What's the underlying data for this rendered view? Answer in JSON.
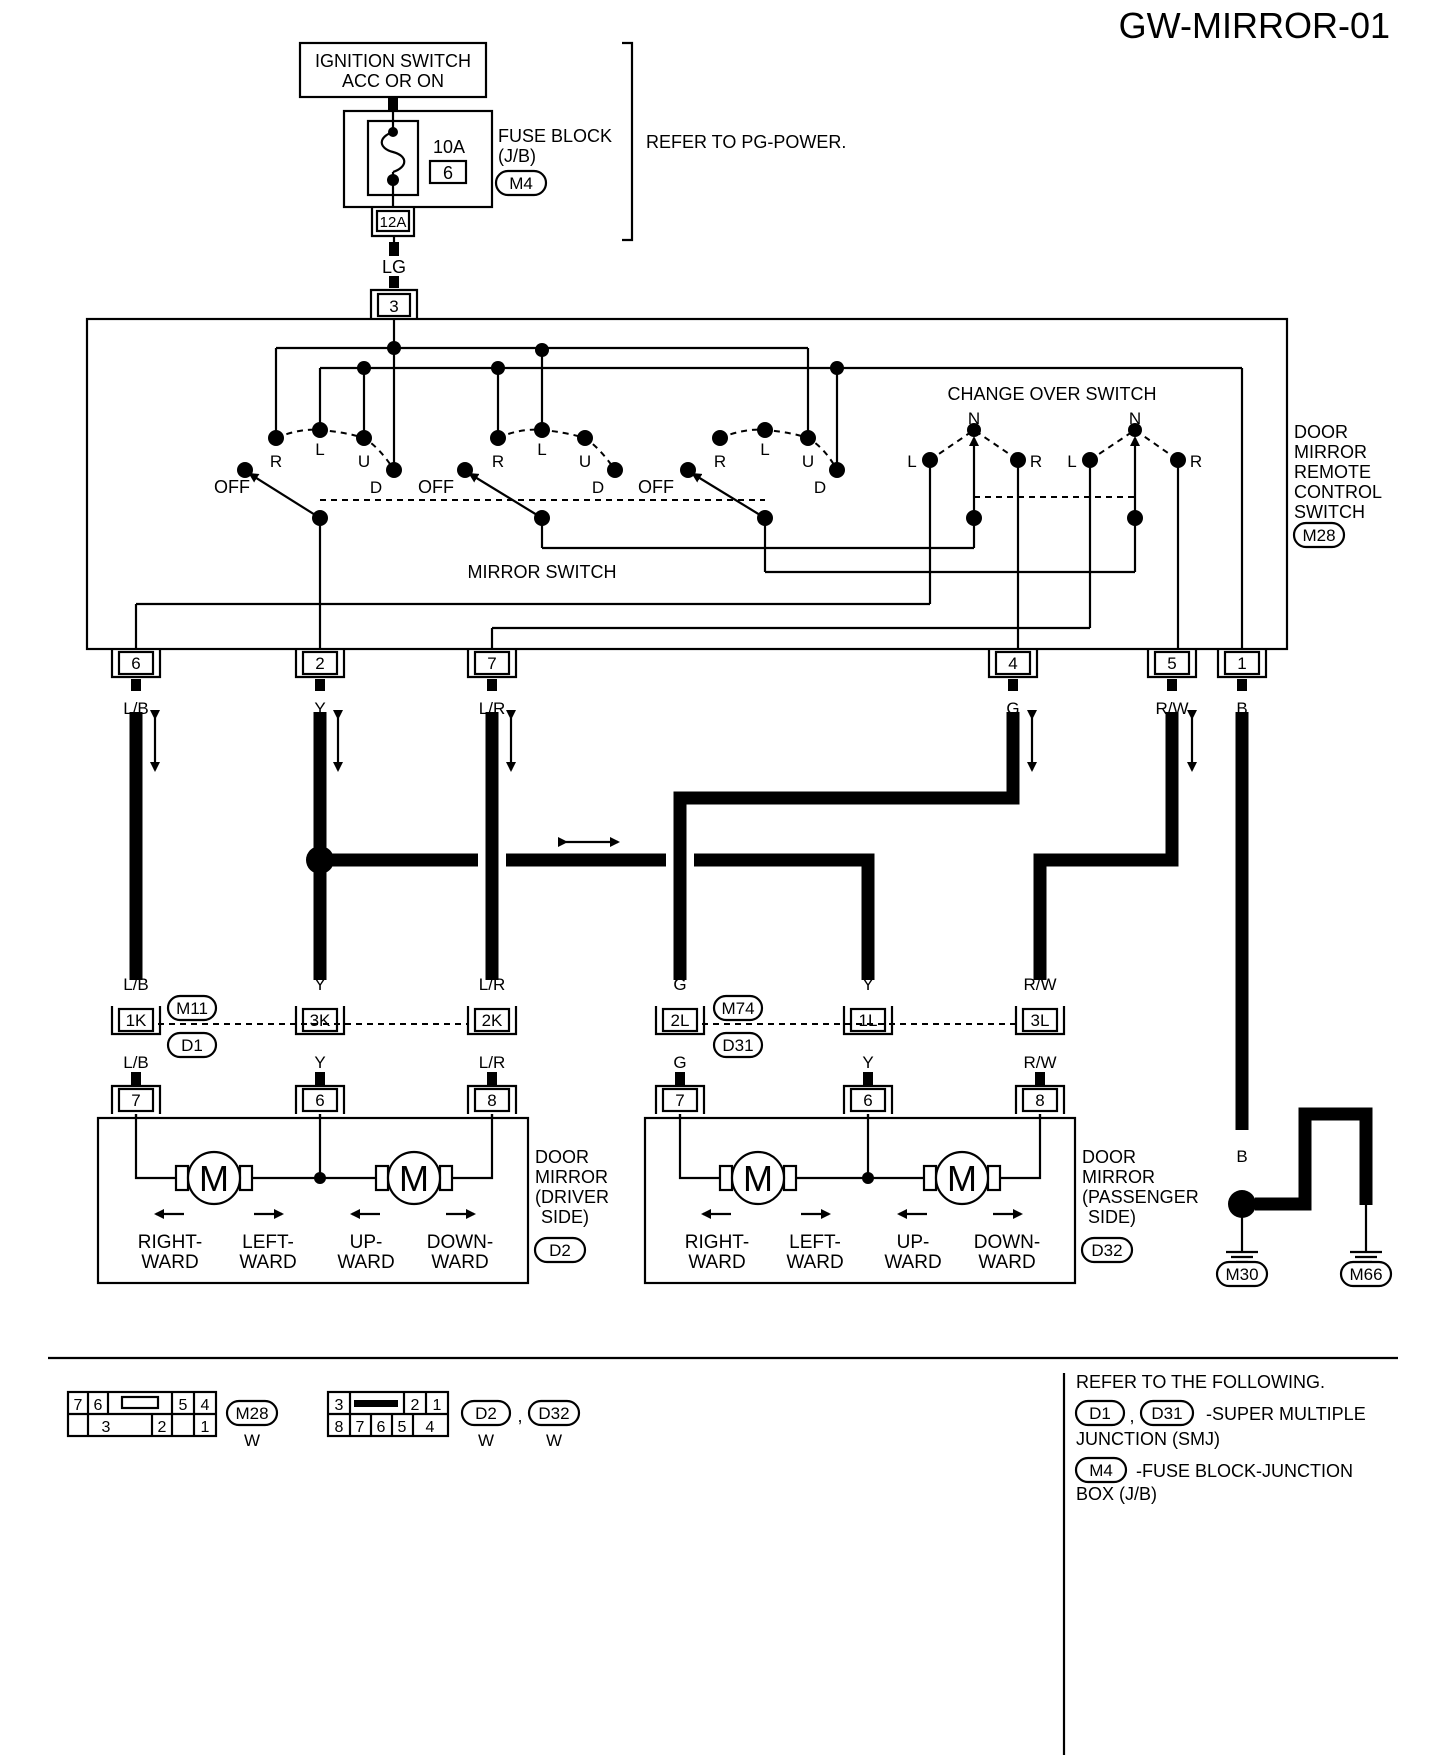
{
  "page_code": "GW-MIRROR-01",
  "power": {
    "ignition_line1": "IGNITION SWITCH",
    "ignition_line2": "ACC OR ON",
    "fuse_amp": "10A",
    "fuse_num": "6",
    "fuse_block_line1": "FUSE BLOCK",
    "fuse_block_line2": "(J/B)",
    "fuse_block_conn": "M4",
    "fuse_terminal": "12A",
    "refer": "REFER TO PG-POWER.",
    "wire_color": "LG",
    "switch_terminal": "3"
  },
  "remote_switch": {
    "name": [
      "DOOR",
      "MIRROR",
      "REMOTE",
      "CONTROL",
      "SWITCH"
    ],
    "connector": "M28",
    "mirror_switch_label": "MIRROR SWITCH",
    "change_over_label": "CHANGE OVER SWITCH",
    "contact_labels": {
      "off": "OFF",
      "r": "R",
      "l": "L",
      "u": "U",
      "d": "D",
      "n": "N"
    },
    "terminals": [
      {
        "pin": "6",
        "wire": "L/B"
      },
      {
        "pin": "2",
        "wire": "Y"
      },
      {
        "pin": "7",
        "wire": "L/R"
      },
      {
        "pin": "4",
        "wire": "G"
      },
      {
        "pin": "5",
        "wire": "R/W"
      },
      {
        "pin": "1",
        "wire": "B"
      }
    ]
  },
  "junction": {
    "driver": {
      "conn_top": "M11",
      "conn_bottom": "D1",
      "pins": [
        {
          "pin": "1K",
          "wire": "L/B"
        },
        {
          "pin": "3K",
          "wire": "Y"
        },
        {
          "pin": "2K",
          "wire": "L/R"
        }
      ]
    },
    "passenger": {
      "conn_top": "M74",
      "conn_bottom": "D31",
      "pins": [
        {
          "pin": "2L",
          "wire": "G"
        },
        {
          "pin": "1L",
          "wire": "Y"
        },
        {
          "pin": "3L",
          "wire": "R/W"
        }
      ]
    }
  },
  "driver_mirror": {
    "name": [
      "DOOR",
      "MIRROR",
      "(DRIVER",
      "SIDE)"
    ],
    "connector": "D2",
    "pins": [
      "7",
      "6",
      "8"
    ],
    "motor_symbol": "M",
    "directions": [
      [
        "RIGHT-",
        "WARD"
      ],
      [
        "LEFT-",
        "WARD"
      ],
      [
        "UP-",
        "WARD"
      ],
      [
        "DOWN-",
        "WARD"
      ]
    ]
  },
  "passenger_mirror": {
    "name": [
      "DOOR",
      "MIRROR",
      "(PASSENGER",
      "SIDE)"
    ],
    "connector": "D32",
    "pins": [
      "7",
      "6",
      "8"
    ],
    "motor_symbol": "M",
    "directions": [
      [
        "RIGHT-",
        "WARD"
      ],
      [
        "LEFT-",
        "WARD"
      ],
      [
        "UP-",
        "WARD"
      ],
      [
        "DOWN-",
        "WARD"
      ]
    ]
  },
  "ground": {
    "wire": "B",
    "points": [
      "M30",
      "M66"
    ]
  },
  "connector_views": {
    "m28": {
      "top_row": [
        "7",
        "6",
        "",
        "5",
        "4"
      ],
      "bottom_row": [
        "3",
        "2",
        "1"
      ],
      "label": "M28",
      "color": "W"
    },
    "d2_d32": {
      "top_row": [
        "3",
        "",
        "2",
        "1"
      ],
      "bottom_row": [
        "8",
        "7",
        "6",
        "5",
        "4"
      ],
      "labels": [
        "D2",
        "D32"
      ],
      "separator": ",",
      "colors": [
        "W",
        "W"
      ]
    }
  },
  "references": {
    "heading": "REFER TO THE FOLLOWING.",
    "smj_conns": [
      "D1",
      "D31"
    ],
    "smj_sep": ",",
    "smj_text1": "-SUPER MULTIPLE",
    "smj_text2": "JUNCTION (SMJ)",
    "jb_conn": "M4",
    "jb_text1": "-FUSE BLOCK-JUNCTION",
    "jb_text2": "BOX (J/B)"
  }
}
